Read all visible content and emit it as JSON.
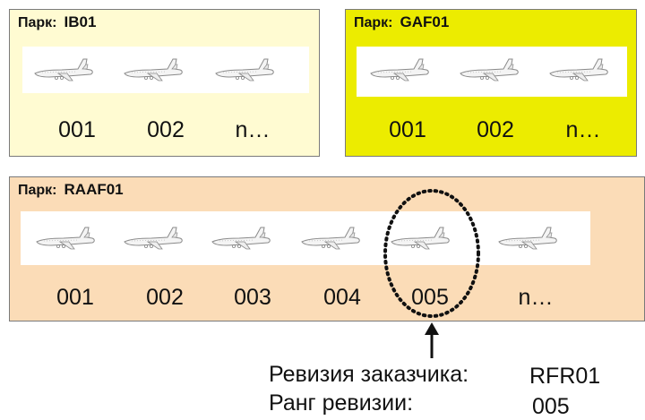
{
  "fleets": [
    {
      "label": "Парк:",
      "code": "IB01",
      "bg": "#fffbd2",
      "numbers": [
        "001",
        "002",
        "n…"
      ]
    },
    {
      "label": "Парк:",
      "code": "GAF01",
      "bg": "#ecec00",
      "numbers": [
        "001",
        "002",
        "n…"
      ]
    },
    {
      "label": "Парк:",
      "code": "RAAF01",
      "bg": "#fbdcb7",
      "numbers": [
        "001",
        "002",
        "003",
        "004",
        "005",
        "n…"
      ]
    }
  ],
  "icons": {
    "aircraft": "airplane-icon"
  },
  "revision": {
    "customer_label": "Ревизия заказчика:",
    "customer_value": "RFR01",
    "rank_label": "Ранг ревизии:",
    "rank_value": "005"
  }
}
